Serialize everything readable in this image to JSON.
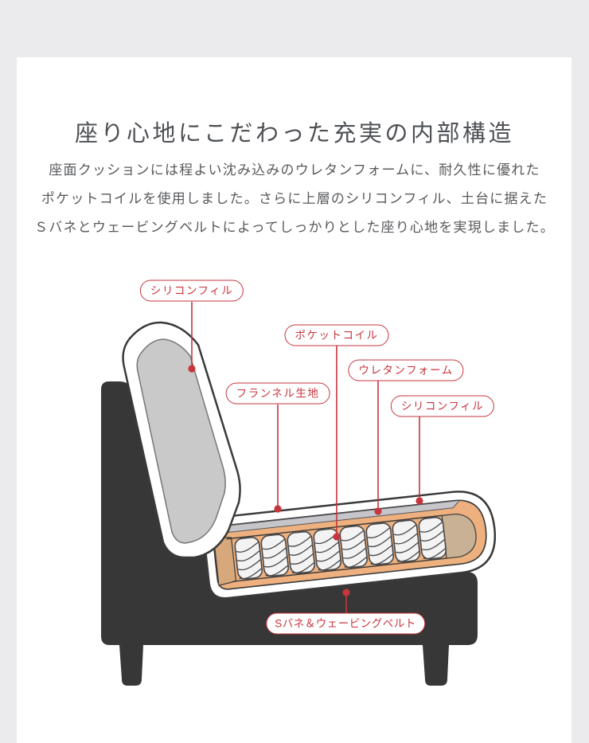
{
  "page": {
    "background": "#ebebed",
    "card_background": "#ffffff"
  },
  "heading": {
    "title": "座り心地にこだわった充実の内部構造"
  },
  "description": {
    "line1": "座面クッションには程よい沈み込みのウレタンフォームに、耐久性に優れた",
    "line2": "ポケットコイルを使用しました。さらに上層のシリコンフィル、土台に据えた",
    "line3": "Ｓバネとウェービングベルトによってしっかりとした座り心地を実現しました。"
  },
  "diagram": {
    "labels": [
      {
        "id": "silicon-fill-back",
        "text": "シリコンフィル"
      },
      {
        "id": "pocket-coil",
        "text": "ポケットコイル"
      },
      {
        "id": "urethane-foam",
        "text": "ウレタンフォーム"
      },
      {
        "id": "flannel-fabric",
        "text": "フランネル生地"
      },
      {
        "id": "silicon-fill-seat",
        "text": "シリコンフィル"
      },
      {
        "id": "s-spring-webbing-belt",
        "text": "Sバネ＆ウェービングベルト"
      }
    ],
    "colors": {
      "accent_red": "#c7353e",
      "sofa_body": "#373737",
      "backrest_panel_gray": "#c9c9c9",
      "urethane_tan": "#edb07e",
      "silicon_strip_gray": "#c6c6ca",
      "coil_white": "#f3f3f3",
      "side_block_left": "#d7a87b",
      "side_block_right": "#c8b194",
      "outline_dark": "#3a3a3a"
    }
  }
}
